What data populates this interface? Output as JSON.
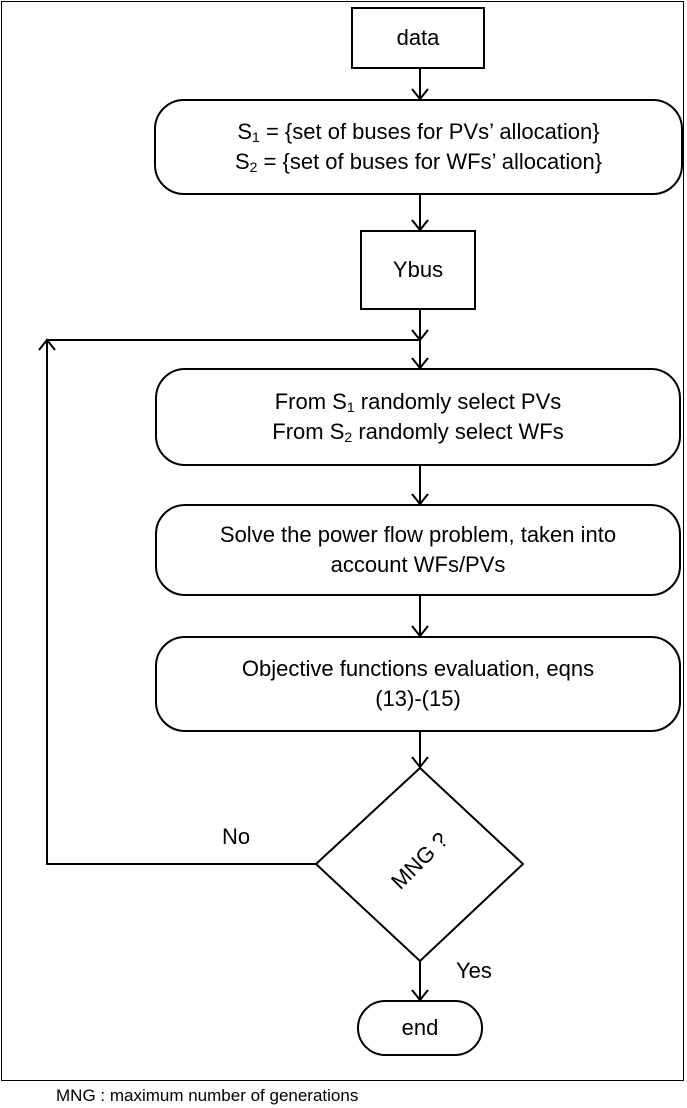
{
  "nodes": {
    "data": "data",
    "sets": {
      "s1": {
        "var": "S",
        "sub": "1",
        "text": " = {set of buses for PVs’ allocation}"
      },
      "s2": {
        "var": "S",
        "sub": "2",
        "text": " = {set of buses for WFs’ allocation}"
      }
    },
    "ybus": "Ybus",
    "select": {
      "line1": {
        "prefix": "From S",
        "sub": "1",
        "text": " randomly select PVs"
      },
      "line2": {
        "prefix": "From S",
        "sub": "2",
        "text": " randomly select WFs"
      }
    },
    "powerflow": {
      "line1": "Solve the power flow problem, taken into",
      "line2": "account WFs/PVs"
    },
    "objective": {
      "line1": "Objective functions evaluation, eqns",
      "line2": "(13)-(15)"
    },
    "decision": "MNG ?",
    "end": "end"
  },
  "edges": {
    "no_label": "No",
    "yes_label": "Yes"
  },
  "footnote": "MNG : maximum number of generations"
}
